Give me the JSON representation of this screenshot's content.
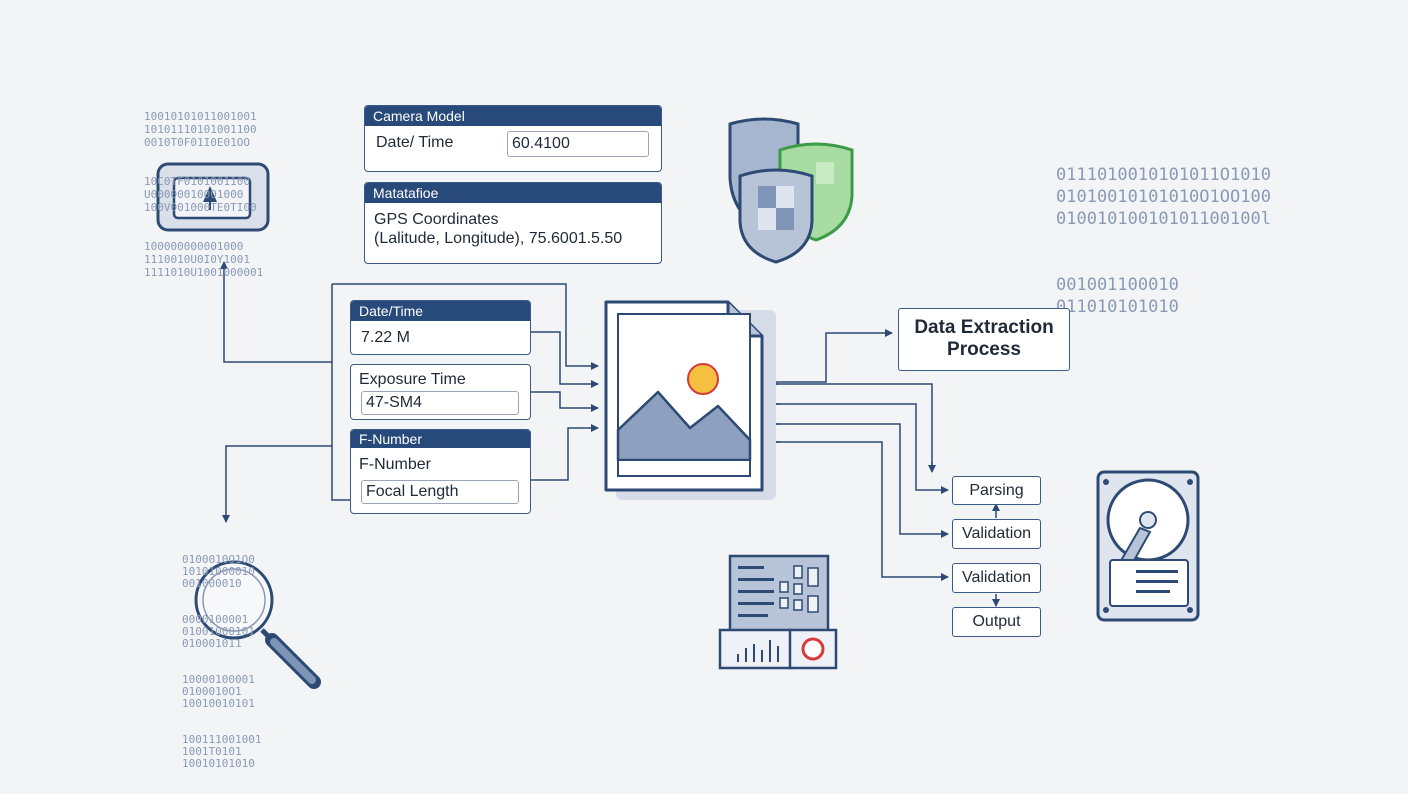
{
  "top_card_1": {
    "header": "Camera Model",
    "label": "Date/ Time",
    "value": "60.4100"
  },
  "top_card_2": {
    "header": "Matatafioe",
    "line1": "GPS Coordinates",
    "line2": "(Lalitude, Longitude), 75.6001.5.50"
  },
  "left_cards": {
    "datetime": {
      "header": "Date/Time",
      "value": "7.22 M"
    },
    "exposure": {
      "label": "Exposure Time",
      "value": "47-SM4"
    },
    "fnumber": {
      "header": "F-Number",
      "label": "F-Number",
      "value": "Focal Length"
    }
  },
  "process_box": {
    "line1": "Data Extraction",
    "line2": "Process"
  },
  "pipeline": [
    "Parsing",
    "Validation",
    "Validation",
    "Output"
  ],
  "binary_top_right": [
    "0111010010101011O1010",
    "01010010101010O1OO100",
    "01001010010101100100l",
    "001001100010",
    "011010101010"
  ],
  "binary_top_left": [
    "10010101011001001",
    "10101110101001100",
    "0010T0F01I0E01OO",
    "10C0TF0101001100",
    "U00000010001000",
    "100V001000TE0TI00",
    "100000000001000",
    "1110010U0I0Y1001",
    "1111010U1001000001"
  ],
  "binary_bottom_left": [
    "0100010O1O0",
    "10101000010",
    "001000010",
    "0000100001",
    "01001000101",
    "010001011",
    "10000100001",
    "0100010O1",
    "10010010101",
    "100111001001",
    "1001T0101",
    "10010101010"
  ],
  "icons": [
    "camera-screen-icon",
    "magnifier-icon",
    "shield-icon",
    "image-file-icon",
    "document-chart-icon",
    "hard-drive-icon"
  ],
  "colors": {
    "navy": "#284a7a",
    "line": "#2d4a75",
    "icon_fill": "#b7c4d8",
    "shield_green": "#8fcf8a",
    "red_accent": "#d83a3a",
    "sun": "#f5c040"
  }
}
